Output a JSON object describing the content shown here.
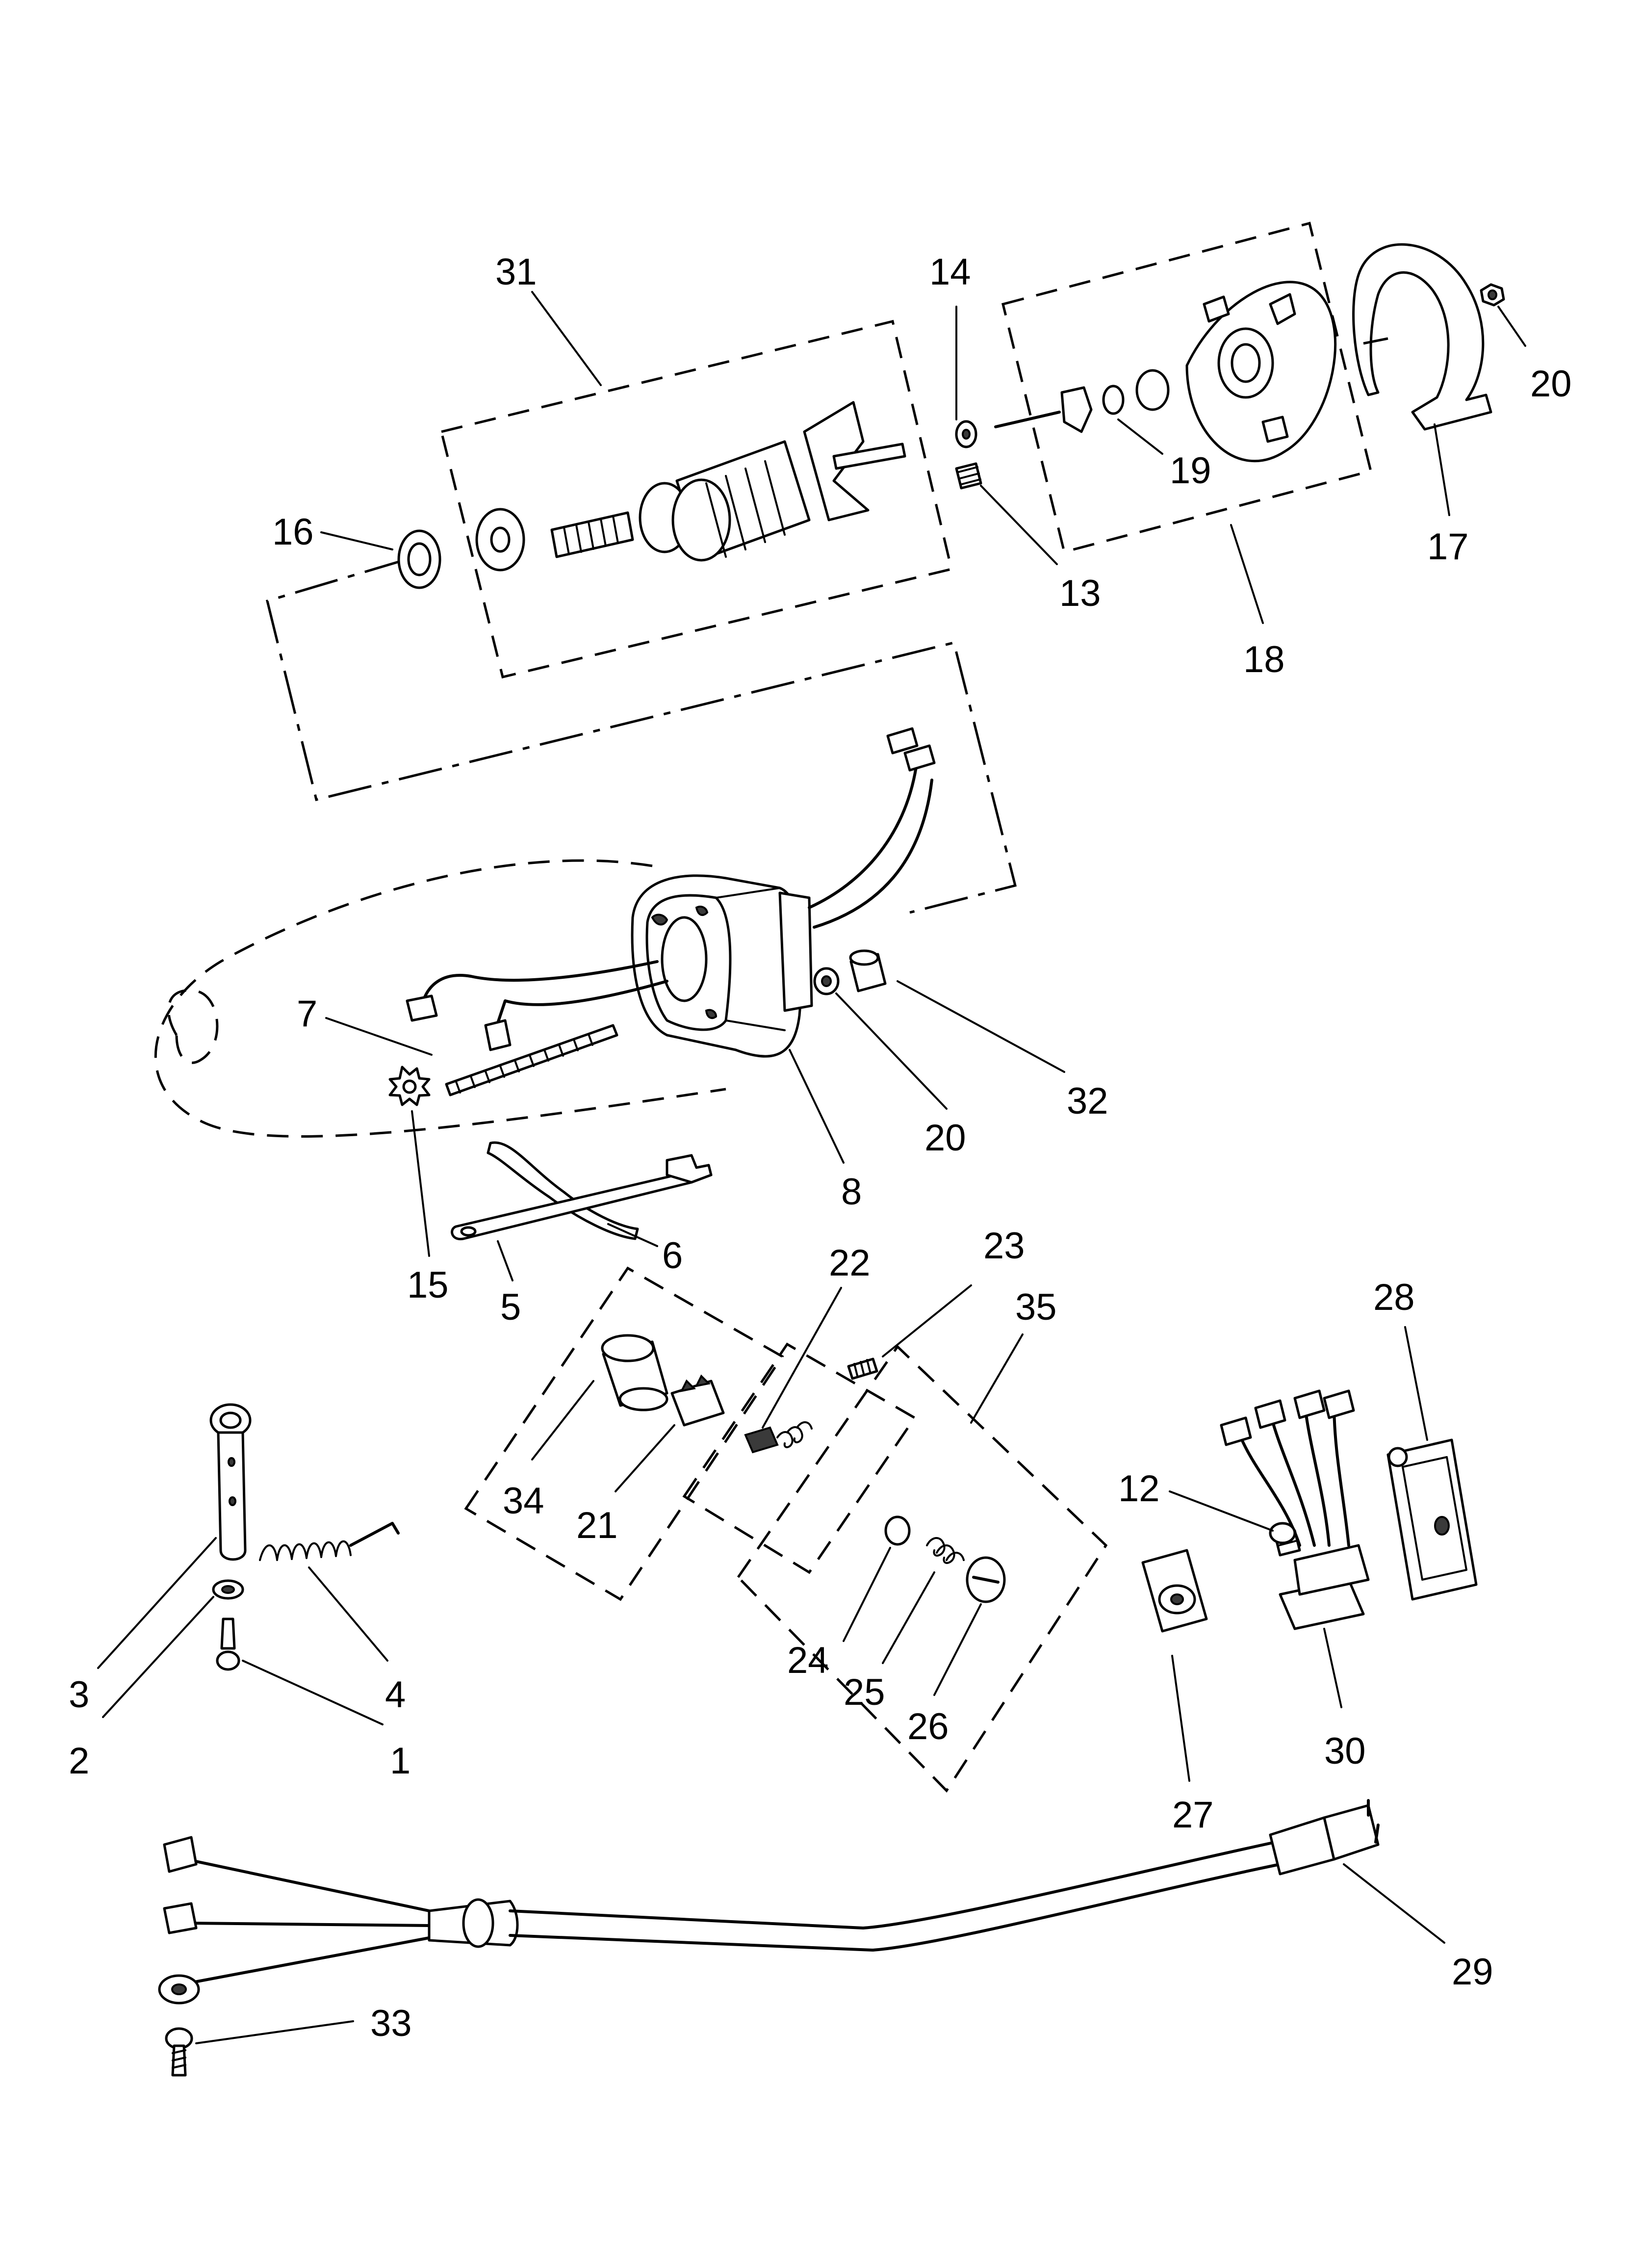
{
  "callouts": [
    {
      "id": "31",
      "label": "31"
    },
    {
      "id": "14",
      "label": "14"
    },
    {
      "id": "20a",
      "label": "20"
    },
    {
      "id": "16",
      "label": "16"
    },
    {
      "id": "13",
      "label": "13"
    },
    {
      "id": "19",
      "label": "19"
    },
    {
      "id": "17",
      "label": "17"
    },
    {
      "id": "18",
      "label": "18"
    },
    {
      "id": "7",
      "label": "7"
    },
    {
      "id": "20b",
      "label": "20"
    },
    {
      "id": "32",
      "label": "32"
    },
    {
      "id": "8",
      "label": "8"
    },
    {
      "id": "15",
      "label": "15"
    },
    {
      "id": "6",
      "label": "6"
    },
    {
      "id": "5",
      "label": "5"
    },
    {
      "id": "22",
      "label": "22"
    },
    {
      "id": "23",
      "label": "23"
    },
    {
      "id": "35",
      "label": "35"
    },
    {
      "id": "28",
      "label": "28"
    },
    {
      "id": "34",
      "label": "34"
    },
    {
      "id": "21",
      "label": "21"
    },
    {
      "id": "12",
      "label": "12"
    },
    {
      "id": "3",
      "label": "3"
    },
    {
      "id": "4",
      "label": "4"
    },
    {
      "id": "24",
      "label": "24"
    },
    {
      "id": "25",
      "label": "25"
    },
    {
      "id": "26",
      "label": "26"
    },
    {
      "id": "2",
      "label": "2"
    },
    {
      "id": "1",
      "label": "1"
    },
    {
      "id": "30",
      "label": "30"
    },
    {
      "id": "27",
      "label": "27"
    },
    {
      "id": "29",
      "label": "29"
    },
    {
      "id": "33",
      "label": "33"
    }
  ],
  "colors": {
    "ink": "#000000",
    "paper": "#ffffff"
  }
}
